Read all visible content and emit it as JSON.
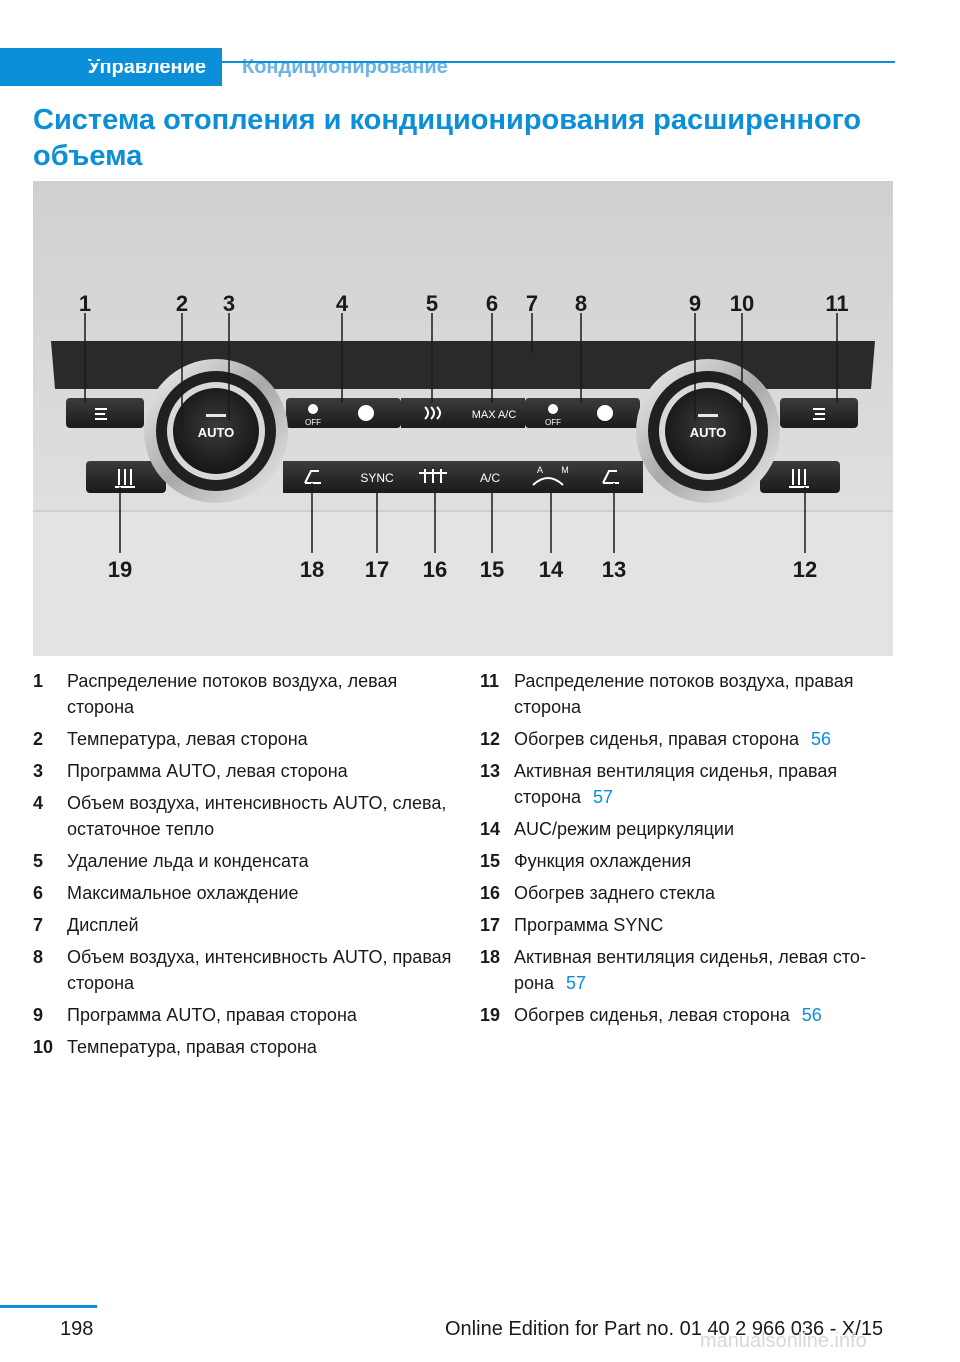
{
  "header": {
    "section": "Управление",
    "subsection": "Кондиционирование"
  },
  "title": "Система отопления и кондиционирования расширенного объема",
  "figure": {
    "labels_top": [
      "1",
      "2",
      "3",
      "4",
      "5",
      "6",
      "7",
      "8",
      "9",
      "10",
      "11"
    ],
    "labels_bottom": [
      "19",
      "18",
      "17",
      "16",
      "15",
      "14",
      "13",
      "12"
    ],
    "button_texts": {
      "auto": "AUTO",
      "off": "OFF",
      "max_ac": "MAX A/C",
      "sync": "SYNC",
      "ac": "A/C",
      "a": "A",
      "m": "M"
    }
  },
  "legend_left": [
    {
      "num": "1",
      "text": "Распределение потоков воздуха, левая сторона",
      "ref": ""
    },
    {
      "num": "2",
      "text": "Температура, левая сторона",
      "ref": ""
    },
    {
      "num": "3",
      "text": "Программа AUTO, левая сторона",
      "ref": ""
    },
    {
      "num": "4",
      "text": "Объем воздуха, интенсивность AUTO, слева, остаточное тепло",
      "ref": ""
    },
    {
      "num": "5",
      "text": "Удаление льда и конденсата",
      "ref": ""
    },
    {
      "num": "6",
      "text": "Максимальное охлаждение",
      "ref": ""
    },
    {
      "num": "7",
      "text": "Дисплей",
      "ref": ""
    },
    {
      "num": "8",
      "text": "Объем воздуха, интенсивность AUTO, правая сторона",
      "ref": ""
    },
    {
      "num": "9",
      "text": "Программа AUTO, правая сторона",
      "ref": ""
    },
    {
      "num": "10",
      "text": "Температура, правая сторона",
      "ref": ""
    }
  ],
  "legend_right": [
    {
      "num": "11",
      "text": "Распределение потоков воздуха, правая сторона",
      "ref": ""
    },
    {
      "num": "12",
      "text": "Обогрев сиденья, правая сторона",
      "ref": "56"
    },
    {
      "num": "13",
      "text": "Активная вентиляция сиденья, правая сторона",
      "ref": "57"
    },
    {
      "num": "14",
      "text": "AUC/режим рециркуляции",
      "ref": ""
    },
    {
      "num": "15",
      "text": "Функция охлаждения",
      "ref": ""
    },
    {
      "num": "16",
      "text": "Обогрев заднего стекла",
      "ref": ""
    },
    {
      "num": "17",
      "text": "Программа SYNC",
      "ref": ""
    },
    {
      "num": "18",
      "text": "Активная вентиляция сиденья, левая сто­рона",
      "ref": "57"
    },
    {
      "num": "19",
      "text": "Обогрев сиденья, левая сторона",
      "ref": "56"
    }
  ],
  "page_number": "198",
  "footer": "Online Edition for Part no. 01 40 2 966 036 - X/15",
  "watermark": "manualsonline.info"
}
